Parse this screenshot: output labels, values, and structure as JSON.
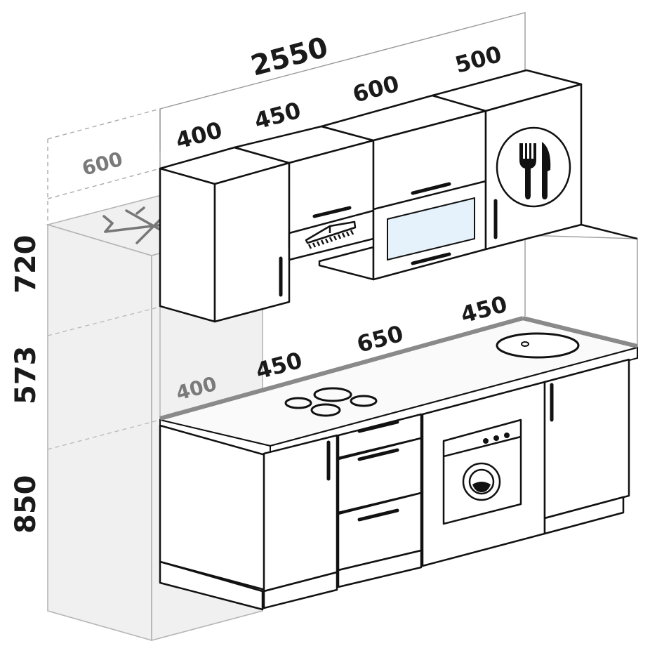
{
  "dimensions": {
    "total_width": "2550",
    "upper_modules": [
      "400",
      "450",
      "600",
      "500"
    ],
    "worktop_modules": [
      "400",
      "450",
      "650",
      "450"
    ],
    "fridge_depth": "600",
    "heights": {
      "top": "720",
      "middle": "573",
      "bottom": "850"
    }
  },
  "colors": {
    "outline": "#111111",
    "ghost_fridge": "#d7d7d7",
    "microwave_glass": "#e6f2fb",
    "worktop_edge": "#8a8a8a"
  },
  "icons": {
    "freezer": "snowflake-icon",
    "dish_cabinet": "fork-knife-plate-icon",
    "hood": "range-hood-icon",
    "hob": "cooktop-icon",
    "washer": "washing-machine-icon",
    "microwave": "microwave-icon",
    "sink": "sink-icon"
  }
}
